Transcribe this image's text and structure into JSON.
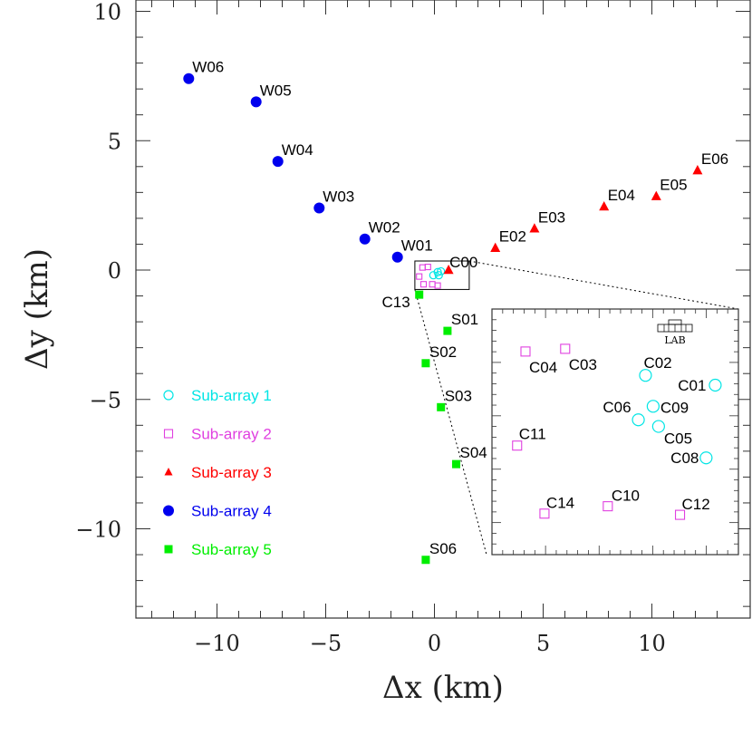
{
  "chart_data": {
    "type": "scatter",
    "xlabel": "Δx (km)",
    "ylabel": "Δy (km)",
    "xlim": [
      -14,
      14
    ],
    "ylim": [
      -13.5,
      10.3
    ],
    "x_ticks": [
      -10,
      -5,
      0,
      5,
      10
    ],
    "y_ticks": [
      10,
      5,
      0,
      -5,
      -10
    ],
    "x_tick_labels": [
      "−10",
      "−5",
      "0",
      "5",
      "10"
    ],
    "y_tick_labels": [
      "10",
      "5",
      "0",
      "−5",
      "−10"
    ],
    "legend_position": "left",
    "series": [
      {
        "name": "Sub-array 1",
        "marker": "open-circle",
        "color": "#00e5e5",
        "points": [
          {
            "x": 0.15,
            "y": -0.08
          },
          {
            "x": -0.05,
            "y": -0.2
          },
          {
            "x": 0.3,
            "y": -0.05
          },
          {
            "x": 0.2,
            "y": -0.2
          }
        ]
      },
      {
        "name": "Sub-array 2",
        "marker": "open-square",
        "color": "#e040e0",
        "points": [
          {
            "x": -0.55,
            "y": 0.1
          },
          {
            "x": -0.3,
            "y": 0.12
          },
          {
            "x": -0.7,
            "y": -0.25
          },
          {
            "x": -0.5,
            "y": -0.55
          },
          {
            "x": -0.1,
            "y": -0.55
          },
          {
            "x": 0.15,
            "y": -0.6
          }
        ]
      },
      {
        "name": "Sub-array 3",
        "marker": "filled-triangle",
        "color": "#ff0000",
        "points": [
          {
            "label": "C00",
            "x": 0.65,
            "y": 0.0
          },
          {
            "label": "E02",
            "x": 2.8,
            "y": 0.85
          },
          {
            "label": "E03",
            "x": 4.6,
            "y": 1.6
          },
          {
            "label": "E04",
            "x": 7.8,
            "y": 2.45
          },
          {
            "label": "E05",
            "x": 10.2,
            "y": 2.85
          },
          {
            "label": "E06",
            "x": 12.1,
            "y": 3.85
          }
        ]
      },
      {
        "name": "Sub-array 4",
        "marker": "filled-circle",
        "color": "#0000ee",
        "points": [
          {
            "label": "W06",
            "x": -11.3,
            "y": 7.4
          },
          {
            "label": "W05",
            "x": -8.2,
            "y": 6.5
          },
          {
            "label": "W04",
            "x": -7.2,
            "y": 4.2
          },
          {
            "label": "W03",
            "x": -5.3,
            "y": 2.4
          },
          {
            "label": "W02",
            "x": -3.2,
            "y": 1.2
          },
          {
            "label": "W01",
            "x": -1.7,
            "y": 0.5
          }
        ]
      },
      {
        "name": "Sub-array 5",
        "marker": "filled-square",
        "color": "#00ee00",
        "points": [
          {
            "label": "C13",
            "x": -0.7,
            "y": -0.95
          },
          {
            "label": "S01",
            "x": 0.6,
            "y": -2.35
          },
          {
            "label": "S02",
            "x": -0.4,
            "y": -3.6
          },
          {
            "label": "S03",
            "x": 0.3,
            "y": -5.3
          },
          {
            "label": "S04",
            "x": 1.0,
            "y": -7.5
          },
          {
            "label": "S06",
            "x": -0.4,
            "y": -11.2
          }
        ]
      }
    ],
    "inset": {
      "lab_label": "LAB",
      "series": [
        {
          "name": "Sub-array 1",
          "marker": "open-circle",
          "color": "#00e5e5",
          "points": [
            {
              "label": "C02",
              "u": 0.623,
              "v": 0.27
            },
            {
              "label": "C01",
              "u": 0.906,
              "v": 0.31
            },
            {
              "label": "C09",
              "u": 0.654,
              "v": 0.396
            },
            {
              "label": "C06",
              "u": 0.594,
              "v": 0.451
            },
            {
              "label": "C05",
              "u": 0.676,
              "v": 0.478
            },
            {
              "label": "C08",
              "u": 0.869,
              "v": 0.606
            }
          ]
        },
        {
          "name": "Sub-array 2",
          "marker": "open-square",
          "color": "#e040e0",
          "points": [
            {
              "label": "C04",
              "u": 0.136,
              "v": 0.173
            },
            {
              "label": "C03",
              "u": 0.297,
              "v": 0.162
            },
            {
              "label": "C11",
              "u": 0.102,
              "v": 0.556
            },
            {
              "label": "C14",
              "u": 0.213,
              "v": 0.833
            },
            {
              "label": "C10",
              "u": 0.47,
              "v": 0.803
            },
            {
              "label": "C12",
              "u": 0.763,
              "v": 0.838
            }
          ]
        }
      ]
    }
  }
}
